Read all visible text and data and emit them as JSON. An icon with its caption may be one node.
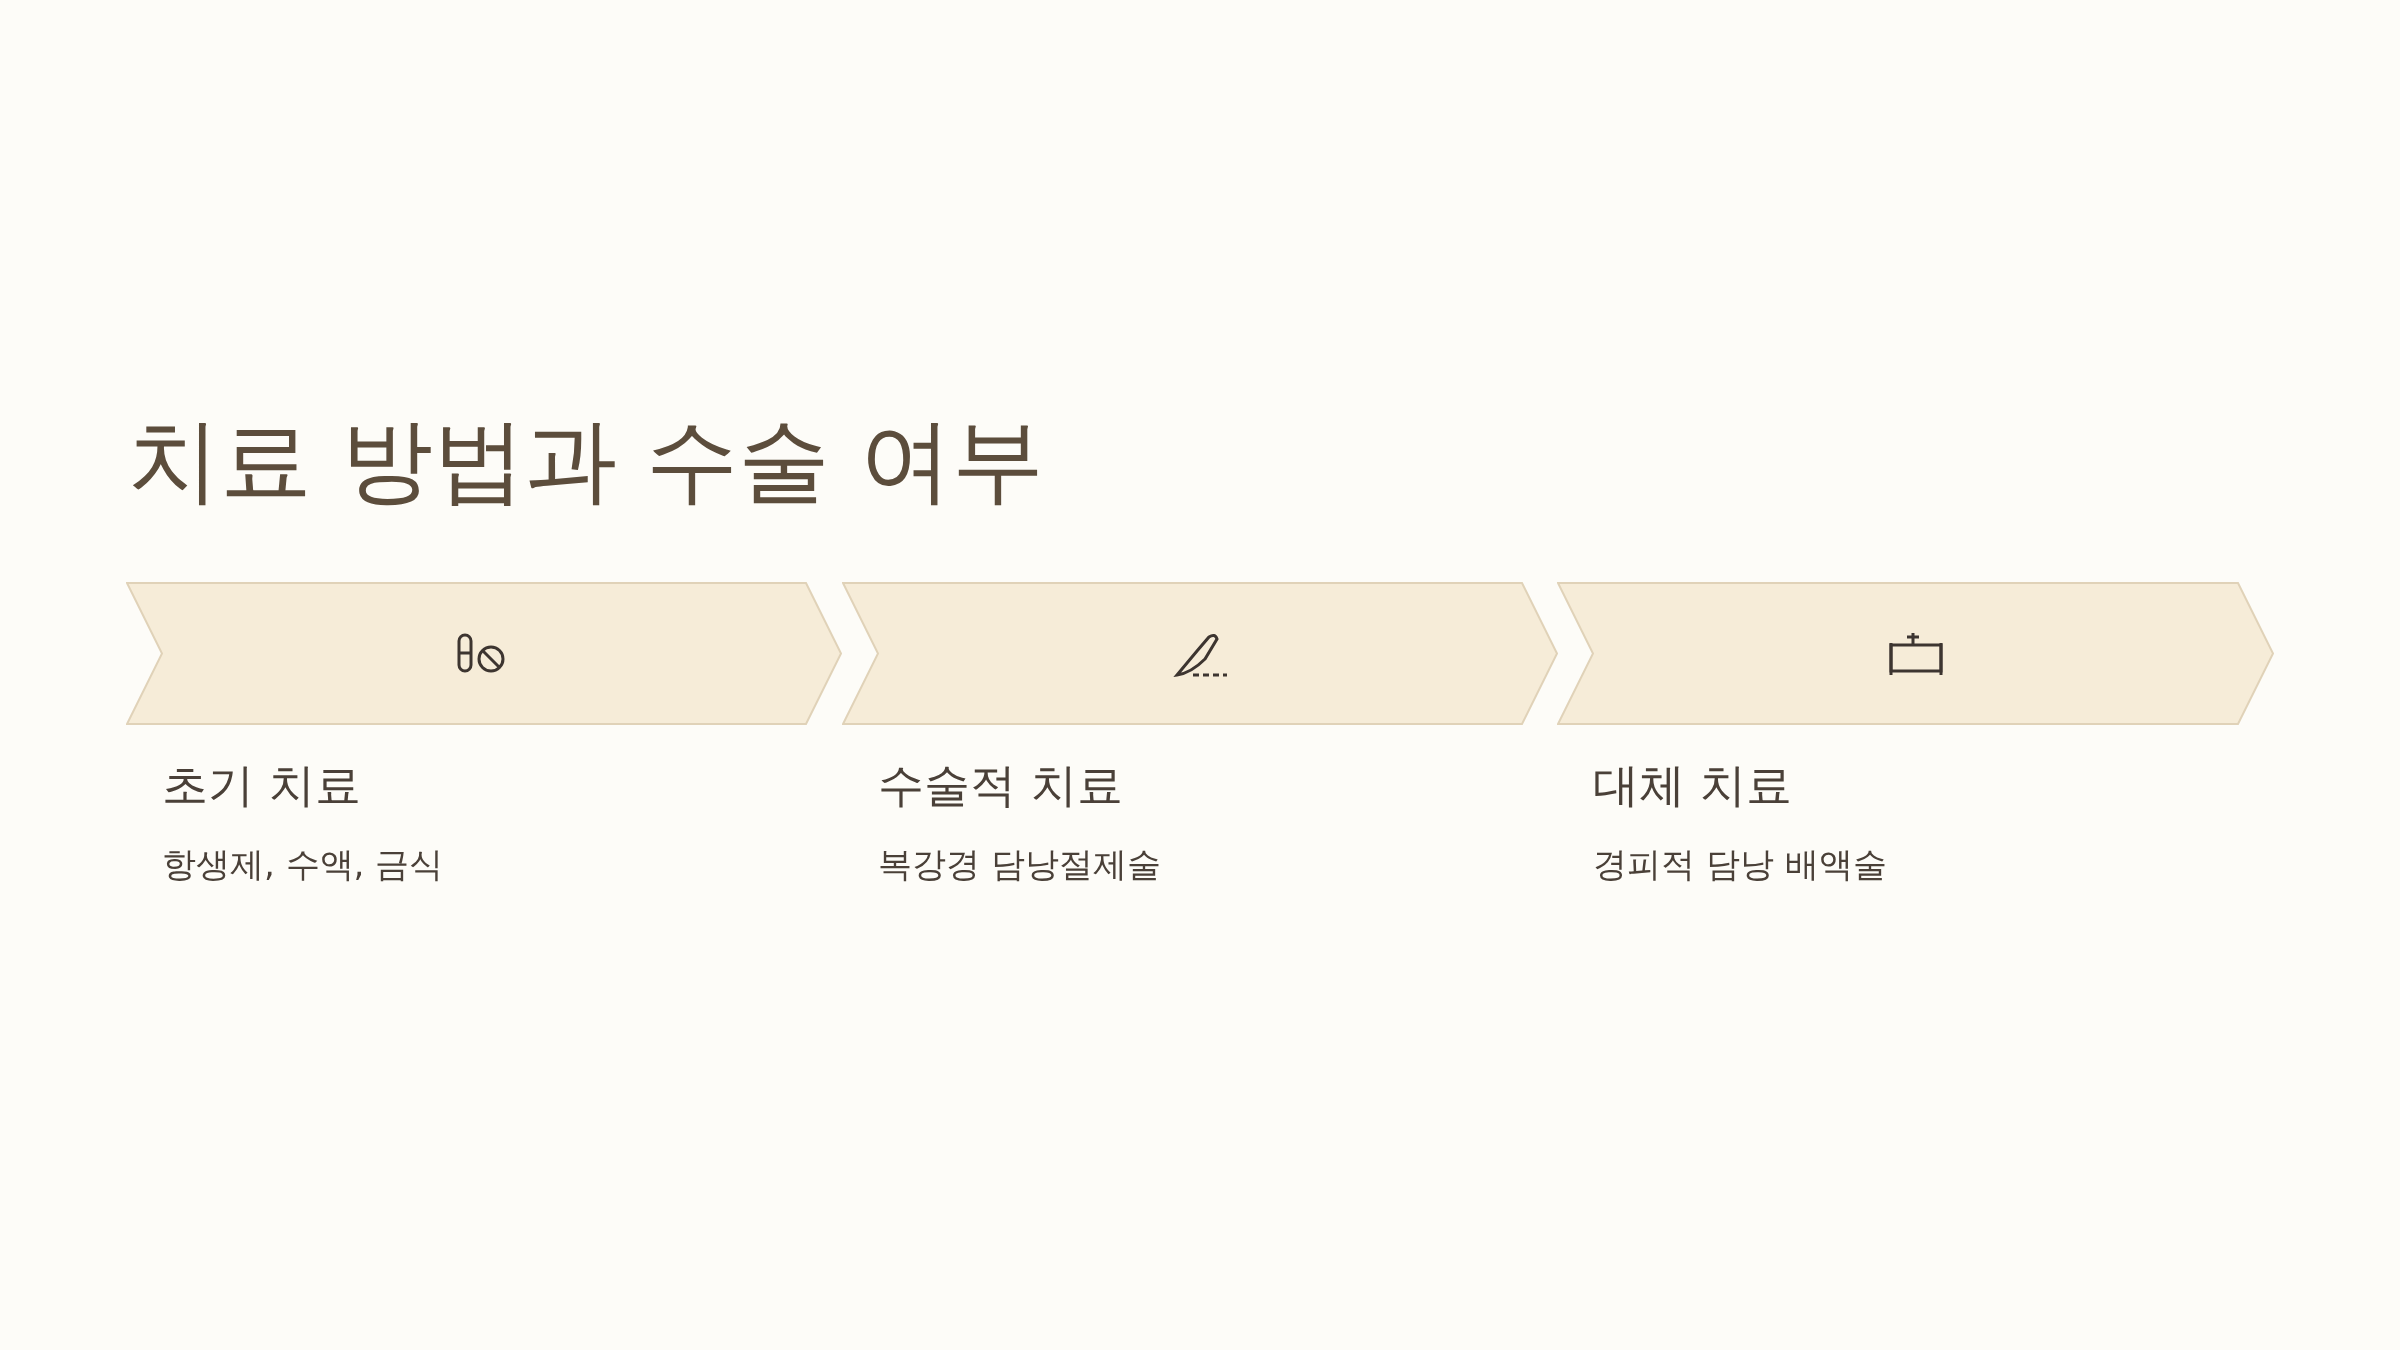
{
  "diagram": {
    "title": "치료 방법과 수술 여부",
    "nodes": [
      {
        "text": [],
        "shape": "chevron",
        "beside": [
          "초기 치료",
          "항생제, 수액, 금식"
        ]
      },
      {
        "text": [],
        "shape": "chevron",
        "beside": [
          "수술적 치료",
          "복강경 담낭절제술"
        ]
      },
      {
        "text": [],
        "shape": "chevron",
        "beside": [
          "대체 치료",
          "경피적 담낭 배액술"
        ]
      }
    ]
  }
}
